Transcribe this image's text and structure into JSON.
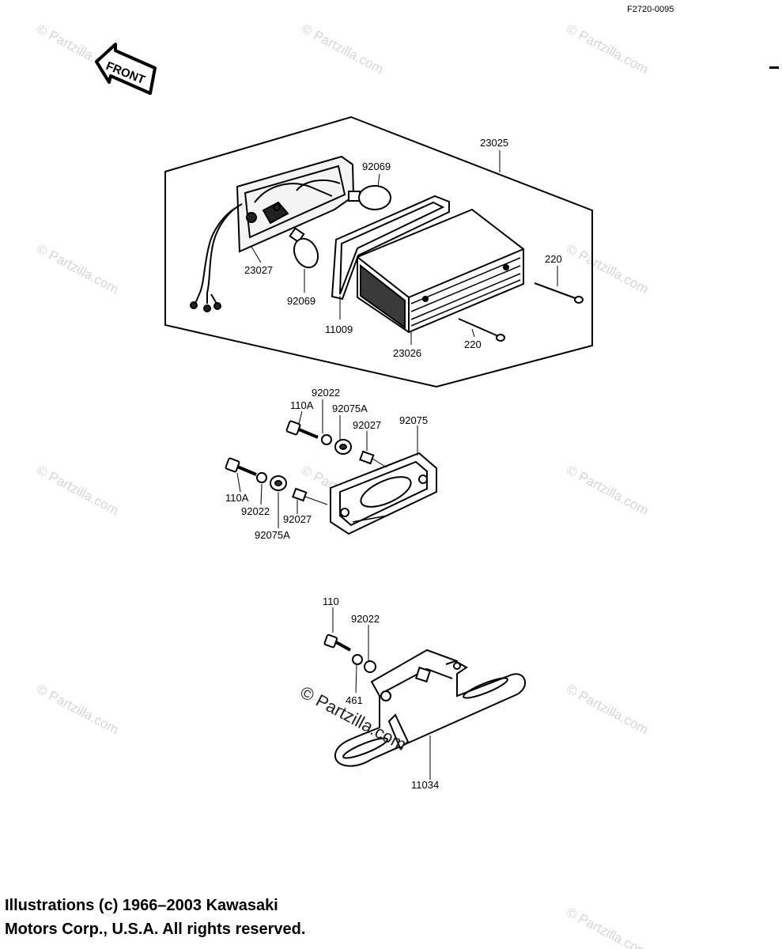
{
  "figure_code": "F2720-0095",
  "front_arrow_label": "FRONT",
  "watermark": "© Partzilla.com",
  "center_watermark": "© Partzilla.com",
  "copyright": {
    "line1": "Illustrations (c) 1966–2003 Kawasaki",
    "line2": "Motors Corp., U.S.A.  All rights reserved."
  },
  "parts": {
    "tail_light_assembly": "23025",
    "bulb_upper": "92069",
    "socket_housing": "23027",
    "bulb_lower": "92069",
    "gasket": "11009",
    "lens": "23026",
    "screw_upper": "220",
    "screw_lower": "220",
    "washer_top": "92022",
    "bolt_top": "110A",
    "damper_top": "92075A",
    "collar_top": "92027",
    "damper_plate": "92075",
    "bolt_left": "110A",
    "washer_left": "92022",
    "collar_left": "92027",
    "damper_left": "92075A",
    "bracket_bolt": "110",
    "bracket_washer": "92022",
    "lock_washer": "461",
    "bracket": "11034"
  }
}
